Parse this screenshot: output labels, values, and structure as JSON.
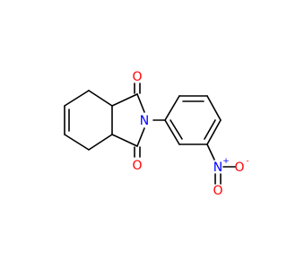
{
  "molecule": {
    "atoms": {
      "o_top": "O",
      "o_bottom": "O",
      "n_imide": "N",
      "n_nitro": "N",
      "o_nitro_right": "O",
      "o_nitro_bottom": "O"
    },
    "charges": {
      "n_nitro": "+",
      "o_nitro_right": "-"
    }
  },
  "colors": {
    "bond": "#000000",
    "oxygen": "#ff0000",
    "nitrogen": "#0000ff"
  }
}
